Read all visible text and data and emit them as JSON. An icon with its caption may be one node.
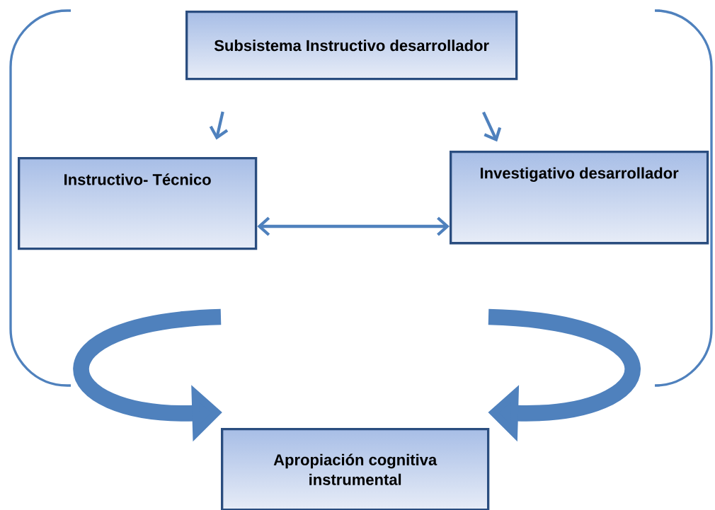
{
  "diagram": {
    "nodes": [
      {
        "text": [
          "Subsistema Instructivo desarrollador"
        ]
      },
      {
        "text": [
          "Instructivo- Técnico"
        ]
      },
      {
        "text": [
          "Investigativo desarrollador"
        ]
      },
      {
        "text": [
          "Apropiación cognitiva instrumental"
        ]
      }
    ],
    "edges": [
      {
        "from": 0,
        "to": 1,
        "arrow": "to"
      },
      {
        "from": 0,
        "to": 2,
        "arrow": "to"
      },
      {
        "from": 1,
        "to": 2,
        "arrow": "both"
      },
      {
        "from": null,
        "to": 3,
        "arrow": "to",
        "style": "thick"
      },
      {
        "from": null,
        "to": 3,
        "arrow": "to",
        "style": "thick"
      }
    ]
  }
}
